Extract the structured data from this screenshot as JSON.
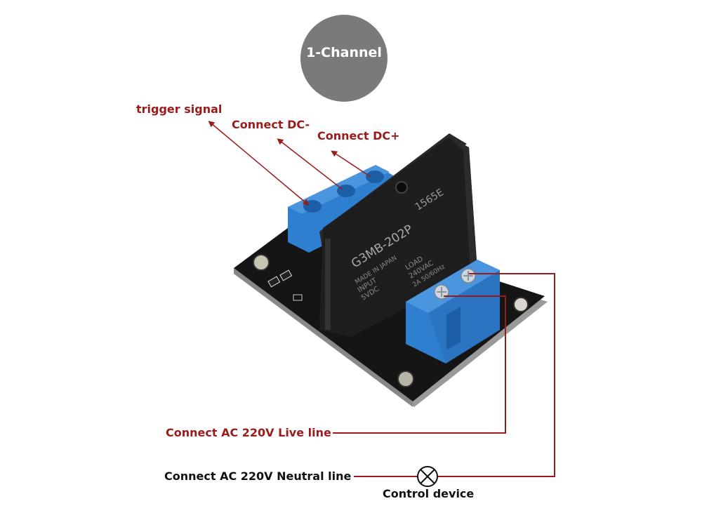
{
  "badge": {
    "label": "1-Channel",
    "color": "#7a7a7a"
  },
  "labels": {
    "trigger": "trigger signal",
    "dc_minus": "Connect DC-",
    "dc_plus": "Connect DC+",
    "ac_live": "Connect AC 220V Live line",
    "ac_neutral": "Connect AC 220V Neutral line",
    "control_device": "Control device"
  },
  "relay": {
    "model": "G3MB-202P",
    "lot": "1565E",
    "made_in": "MADE IN JAPAN",
    "input_label": "INPUT",
    "input_value": "5VDC",
    "load_label": "LOAD",
    "load_value_1": "240VAC",
    "load_value_2": "2A 50/60Hz"
  },
  "colors": {
    "annotation_red": "#9b1b1b",
    "terminal_blue": "#2f7fd0",
    "pcb_black": "#151515",
    "relay_black": "#1e1e1e"
  }
}
